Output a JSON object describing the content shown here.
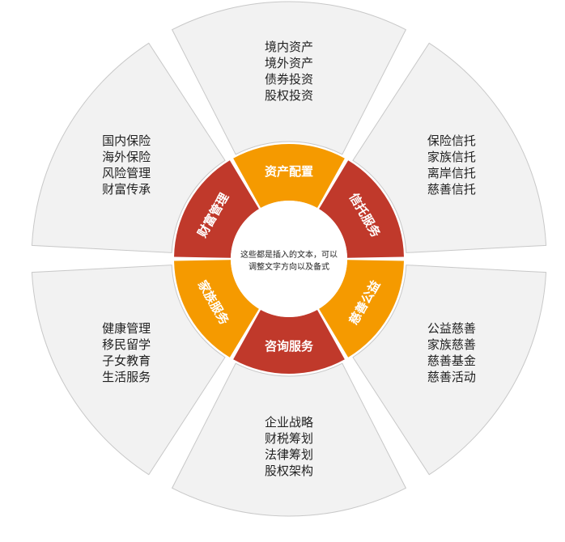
{
  "center": {
    "line1": "这些都是插入的文本，可以",
    "line2": "调整文字方向以及备式"
  },
  "colors": {
    "outer_fill": "#f2f2f2",
    "outer_stroke": "#c8c8c8",
    "orange": "#f59a00",
    "red": "#c0392b",
    "center_fill": "#ffffff"
  },
  "segments": [
    {
      "label": "资产配置",
      "color": "orange",
      "items": [
        "境内资产",
        "境外资产",
        "债券投资",
        "股权投资"
      ]
    },
    {
      "label": "信托服务",
      "color": "red",
      "items": [
        "保险信托",
        "家族信托",
        "离岸信托",
        "慈善信托"
      ]
    },
    {
      "label": "慈善公益",
      "color": "orange",
      "items": [
        "公益慈善",
        "家族慈善",
        "慈善基金",
        "慈善活动"
      ]
    },
    {
      "label": "咨询服务",
      "color": "red",
      "items": [
        "企业战略",
        "财税筹划",
        "法律筹划",
        "股权架构"
      ]
    },
    {
      "label": "家族服务",
      "color": "orange",
      "items": [
        "健康管理",
        "移民留学",
        "子女教育",
        "生活服务"
      ]
    },
    {
      "label": "财富管理",
      "color": "red",
      "items": [
        "国内保险",
        "海外保险",
        "风险管理",
        "财富传承"
      ]
    }
  ]
}
